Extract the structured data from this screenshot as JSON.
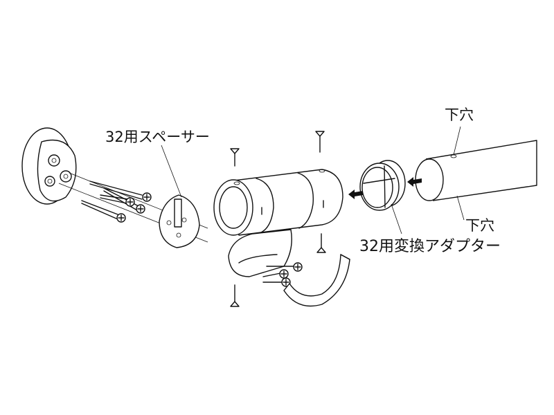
{
  "labels": {
    "spacer": "32用スペーサー",
    "pilot_hole_top": "下穴",
    "pilot_hole_bottom": "下穴",
    "adapter": "32用変換アダプター"
  }
}
